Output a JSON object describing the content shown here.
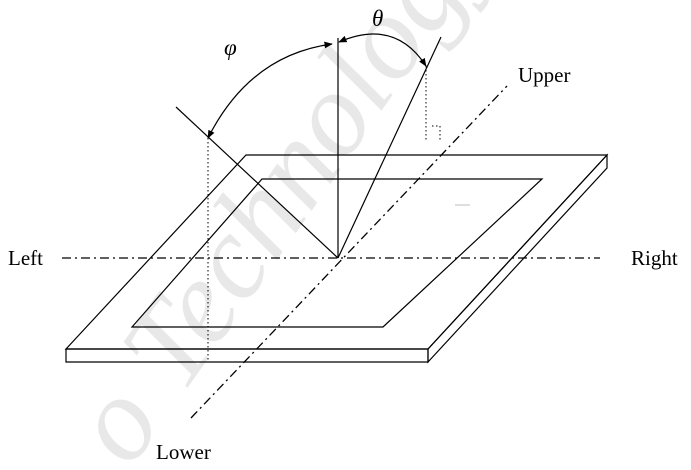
{
  "labels": {
    "phi": "φ",
    "theta": "θ",
    "upper": "Upper",
    "lower": "Lower",
    "left": "Left",
    "right": "Right"
  },
  "watermark": {
    "text": "o Technology"
  },
  "colors": {
    "line": "#000000",
    "watermark": "#d6d6d6",
    "background": "#ffffff"
  }
}
